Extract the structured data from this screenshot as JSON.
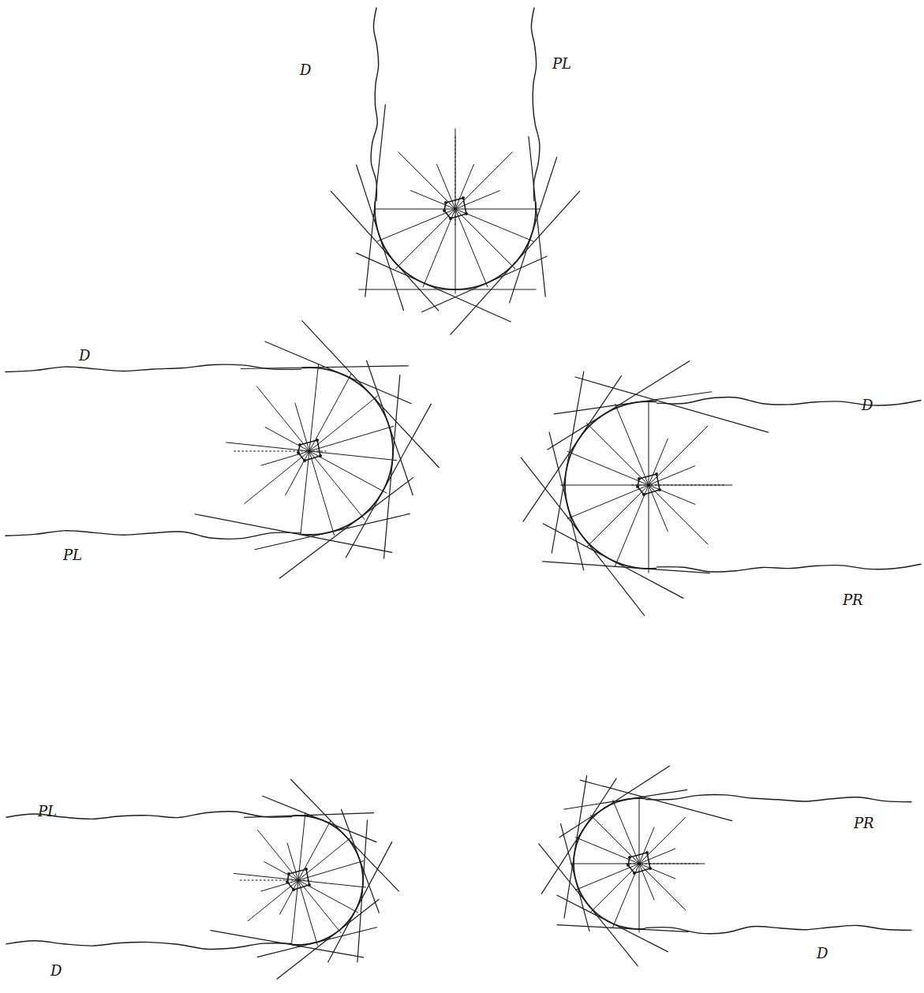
{
  "diagram": {
    "labels": [
      "D",
      "PL",
      "D",
      "PL",
      "D",
      "PR",
      "PL",
      "D",
      "PR",
      "D"
    ]
  }
}
